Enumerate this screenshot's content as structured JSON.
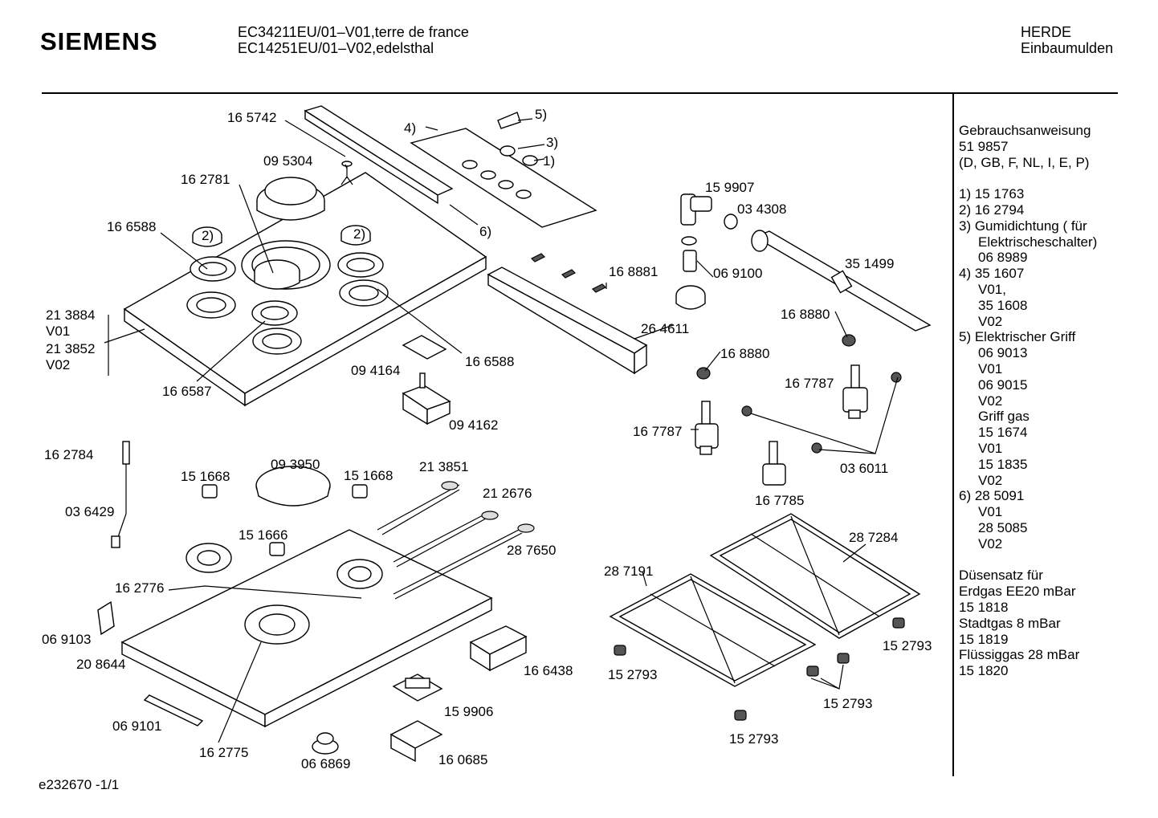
{
  "header": {
    "brand": "SIEMENS",
    "models": [
      "EC34211EU/01–V01,terre de france",
      "EC14251EU/01–V02,edelsthal"
    ],
    "category": [
      "HERDE",
      "Einbaumulden"
    ]
  },
  "footer": {
    "code": "e232670   -1/1"
  },
  "legend": {
    "manual": [
      "Gebrauchsanweisung",
      "51 9857",
      "(D, GB, F, NL, I, E, P)"
    ],
    "items": [
      "1) 15 1763",
      "2) 16 2794",
      "3) Gumidichtung ( für",
      "Elektrischeschalter)",
      "06 8989",
      "4) 35 1607",
      "V01,",
      "35 1608",
      "V02",
      "5) Elektrischer Griff",
      "06 9013",
      "V01",
      "06 9015",
      "V02",
      "Griff  gas",
      "15 1674",
      "V01",
      "15 1835",
      "V02",
      "6) 28 5091",
      "V01",
      "28 5085",
      "V02"
    ],
    "nozzles": [
      "Düsensatz für",
      "Erdgas EE20 mBar",
      "15 1818",
      "Stadtgas 8 mBar",
      "15 1819",
      "Flüssiggas 28 mBar",
      "15 1820"
    ]
  },
  "callouts": [
    "16 5742",
    "4)",
    "5)",
    "3)",
    "1)",
    "09 5304",
    "16 2781",
    "16 6588",
    "2)",
    "2)",
    "6)",
    "15 9907",
    "03 4308",
    "35 1499",
    "16 8881",
    "06 9100",
    "21 3884",
    "V01",
    "21 3852",
    "V02",
    "26 4611",
    "16 8880",
    "16 6587",
    "09 4164",
    "16 6588",
    "16 8880",
    "16 7787",
    "09 4162",
    "16 7787",
    "03 6011",
    "16 2784",
    "09 3950",
    "15 1668",
    "15 1668",
    "21 3851",
    "16 7785",
    "21 2676",
    "03 6429",
    "15 1666",
    "28 7650",
    "28 7284",
    "16 2776",
    "28 7191",
    "06 9103",
    "16 6438",
    "15 2793",
    "20 8644",
    "15 2793",
    "15 2793",
    "15 9906",
    "15 2793",
    "06 9101",
    "16 2775",
    "06 6869",
    "16 0685"
  ]
}
